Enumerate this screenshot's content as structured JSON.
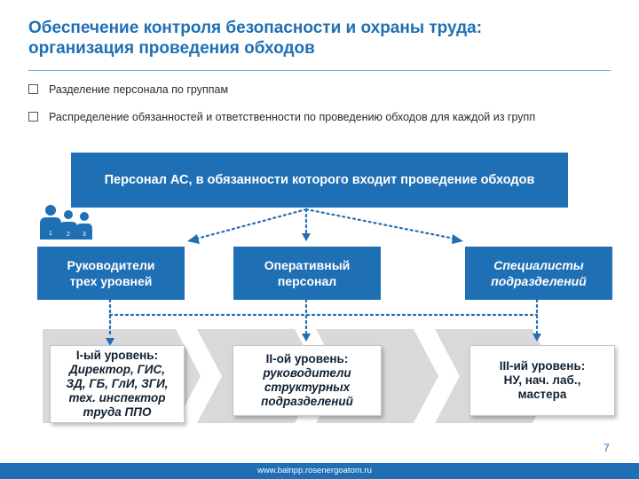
{
  "title": {
    "line1": "Обеспечение контроля безопасности и охраны труда:",
    "line2": "организация проведения обходов"
  },
  "bullets": [
    "Разделение персонала по группам",
    "Распределение обязанностей и ответственности по проведению обходов для каждой из групп"
  ],
  "top_box": "Персонал АС, в обязанности которого входит проведение обходов",
  "groups": [
    {
      "line1": "Руководители",
      "line2": "трех уровней"
    },
    {
      "line1": "Оперативный",
      "line2": "персонал"
    },
    {
      "line1": "Специалисты",
      "line2": "подразделений"
    }
  ],
  "levels": [
    {
      "lines": [
        "I-ый уровень:",
        "Директор, ГИС,",
        "ЗД, ГБ, ГлИ, ЗГИ,",
        "тех. инспектор",
        "труда ППО"
      ]
    },
    {
      "lines": [
        "II-ой уровень:",
        "руководители",
        "структурных",
        "подразделений"
      ]
    },
    {
      "lines": [
        "III-ий уровень:",
        "НУ, нач. лаб.,",
        "мастера"
      ]
    }
  ],
  "people_icon_numbers": [
    "1",
    "2",
    "3"
  ],
  "page_number": "7",
  "footer_url": "www.balnpp.rosenergoatom.ru",
  "colors": {
    "primary": "#1f6fb5",
    "chevron": "#d9d9d9",
    "text": "#2b2b2b"
  }
}
